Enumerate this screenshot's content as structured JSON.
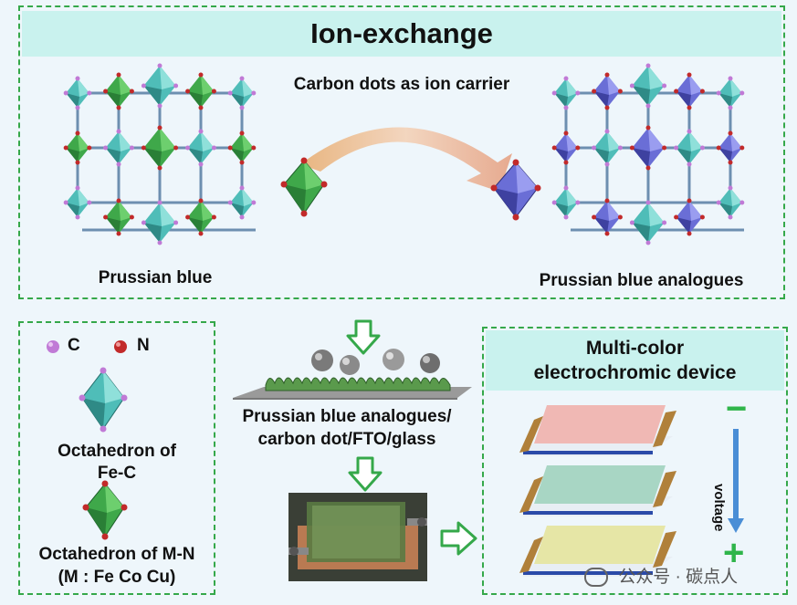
{
  "top": {
    "title": "Ion-exchange",
    "carrier_label": "Carbon dots as ion carrier",
    "left_label": "Prussian blue",
    "right_label": "Prussian blue analogues"
  },
  "legend": {
    "c_label": "C",
    "n_label": "N",
    "fe_c_line1": "Octahedron of",
    "fe_c_line2": "Fe-C",
    "m_n_line1": "Octahedron of M-N",
    "m_n_line2": "(M : Fe Co Cu)"
  },
  "middle": {
    "stack_line1": "Prussian blue analogues/",
    "stack_line2": "carbon dot/FTO/glass"
  },
  "device": {
    "title_line1": "Multi-color",
    "title_line2": "electrochromic device",
    "minus": "−",
    "plus": "+",
    "voltage": "voltage"
  },
  "watermark": "公众号 · 碳点人",
  "colors": {
    "panel_border": "#35a84a",
    "title_bg": "#c9f2ee",
    "fe_c_octahedron": "#4fbdb8",
    "m_n_octahedron": "#3fa84a",
    "analogue_octahedron": "#6a6ed6",
    "c_atom": "#c07ad6",
    "n_atom": "#c22a2a",
    "device_pink": "#f0b8b4",
    "device_teal": "#a8d6c4",
    "device_yellow": "#e6e6a6",
    "voltage_arrow": "#4a8ed6"
  }
}
